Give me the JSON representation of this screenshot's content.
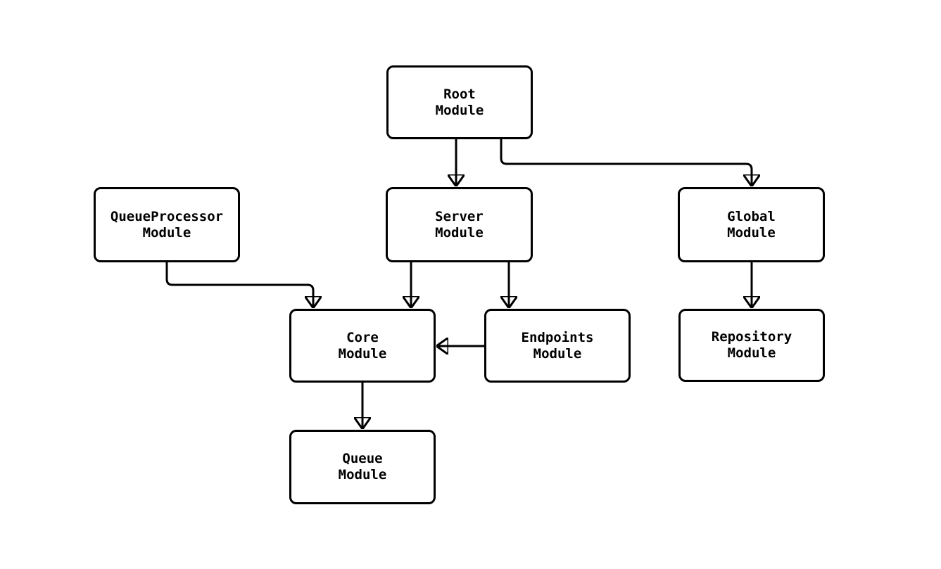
{
  "diagram": {
    "background_color": "#ffffff",
    "stroke_color": "#000000",
    "text_color": "#000000",
    "nodes": {
      "root": {
        "label": "Root\nModule"
      },
      "queue_processor": {
        "label": "QueueProcessor\nModule"
      },
      "server": {
        "label": "Server\nModule"
      },
      "global": {
        "label": "Global\nModule"
      },
      "core": {
        "label": "Core\nModule"
      },
      "endpoints": {
        "label": "Endpoints\nModule"
      },
      "repository": {
        "label": "Repository\nModule"
      },
      "queue": {
        "label": "Queue\nModule"
      }
    },
    "edges": [
      {
        "from": "Root Module",
        "to": "Server Module"
      },
      {
        "from": "Root Module",
        "to": "Global Module"
      },
      {
        "from": "QueueProcessor Module",
        "to": "Core Module"
      },
      {
        "from": "Server Module",
        "to": "Core Module"
      },
      {
        "from": "Server Module",
        "to": "Endpoints Module"
      },
      {
        "from": "Endpoints Module",
        "to": "Core Module"
      },
      {
        "from": "Global Module",
        "to": "Repository Module"
      },
      {
        "from": "Core Module",
        "to": "Queue Module"
      }
    ]
  }
}
